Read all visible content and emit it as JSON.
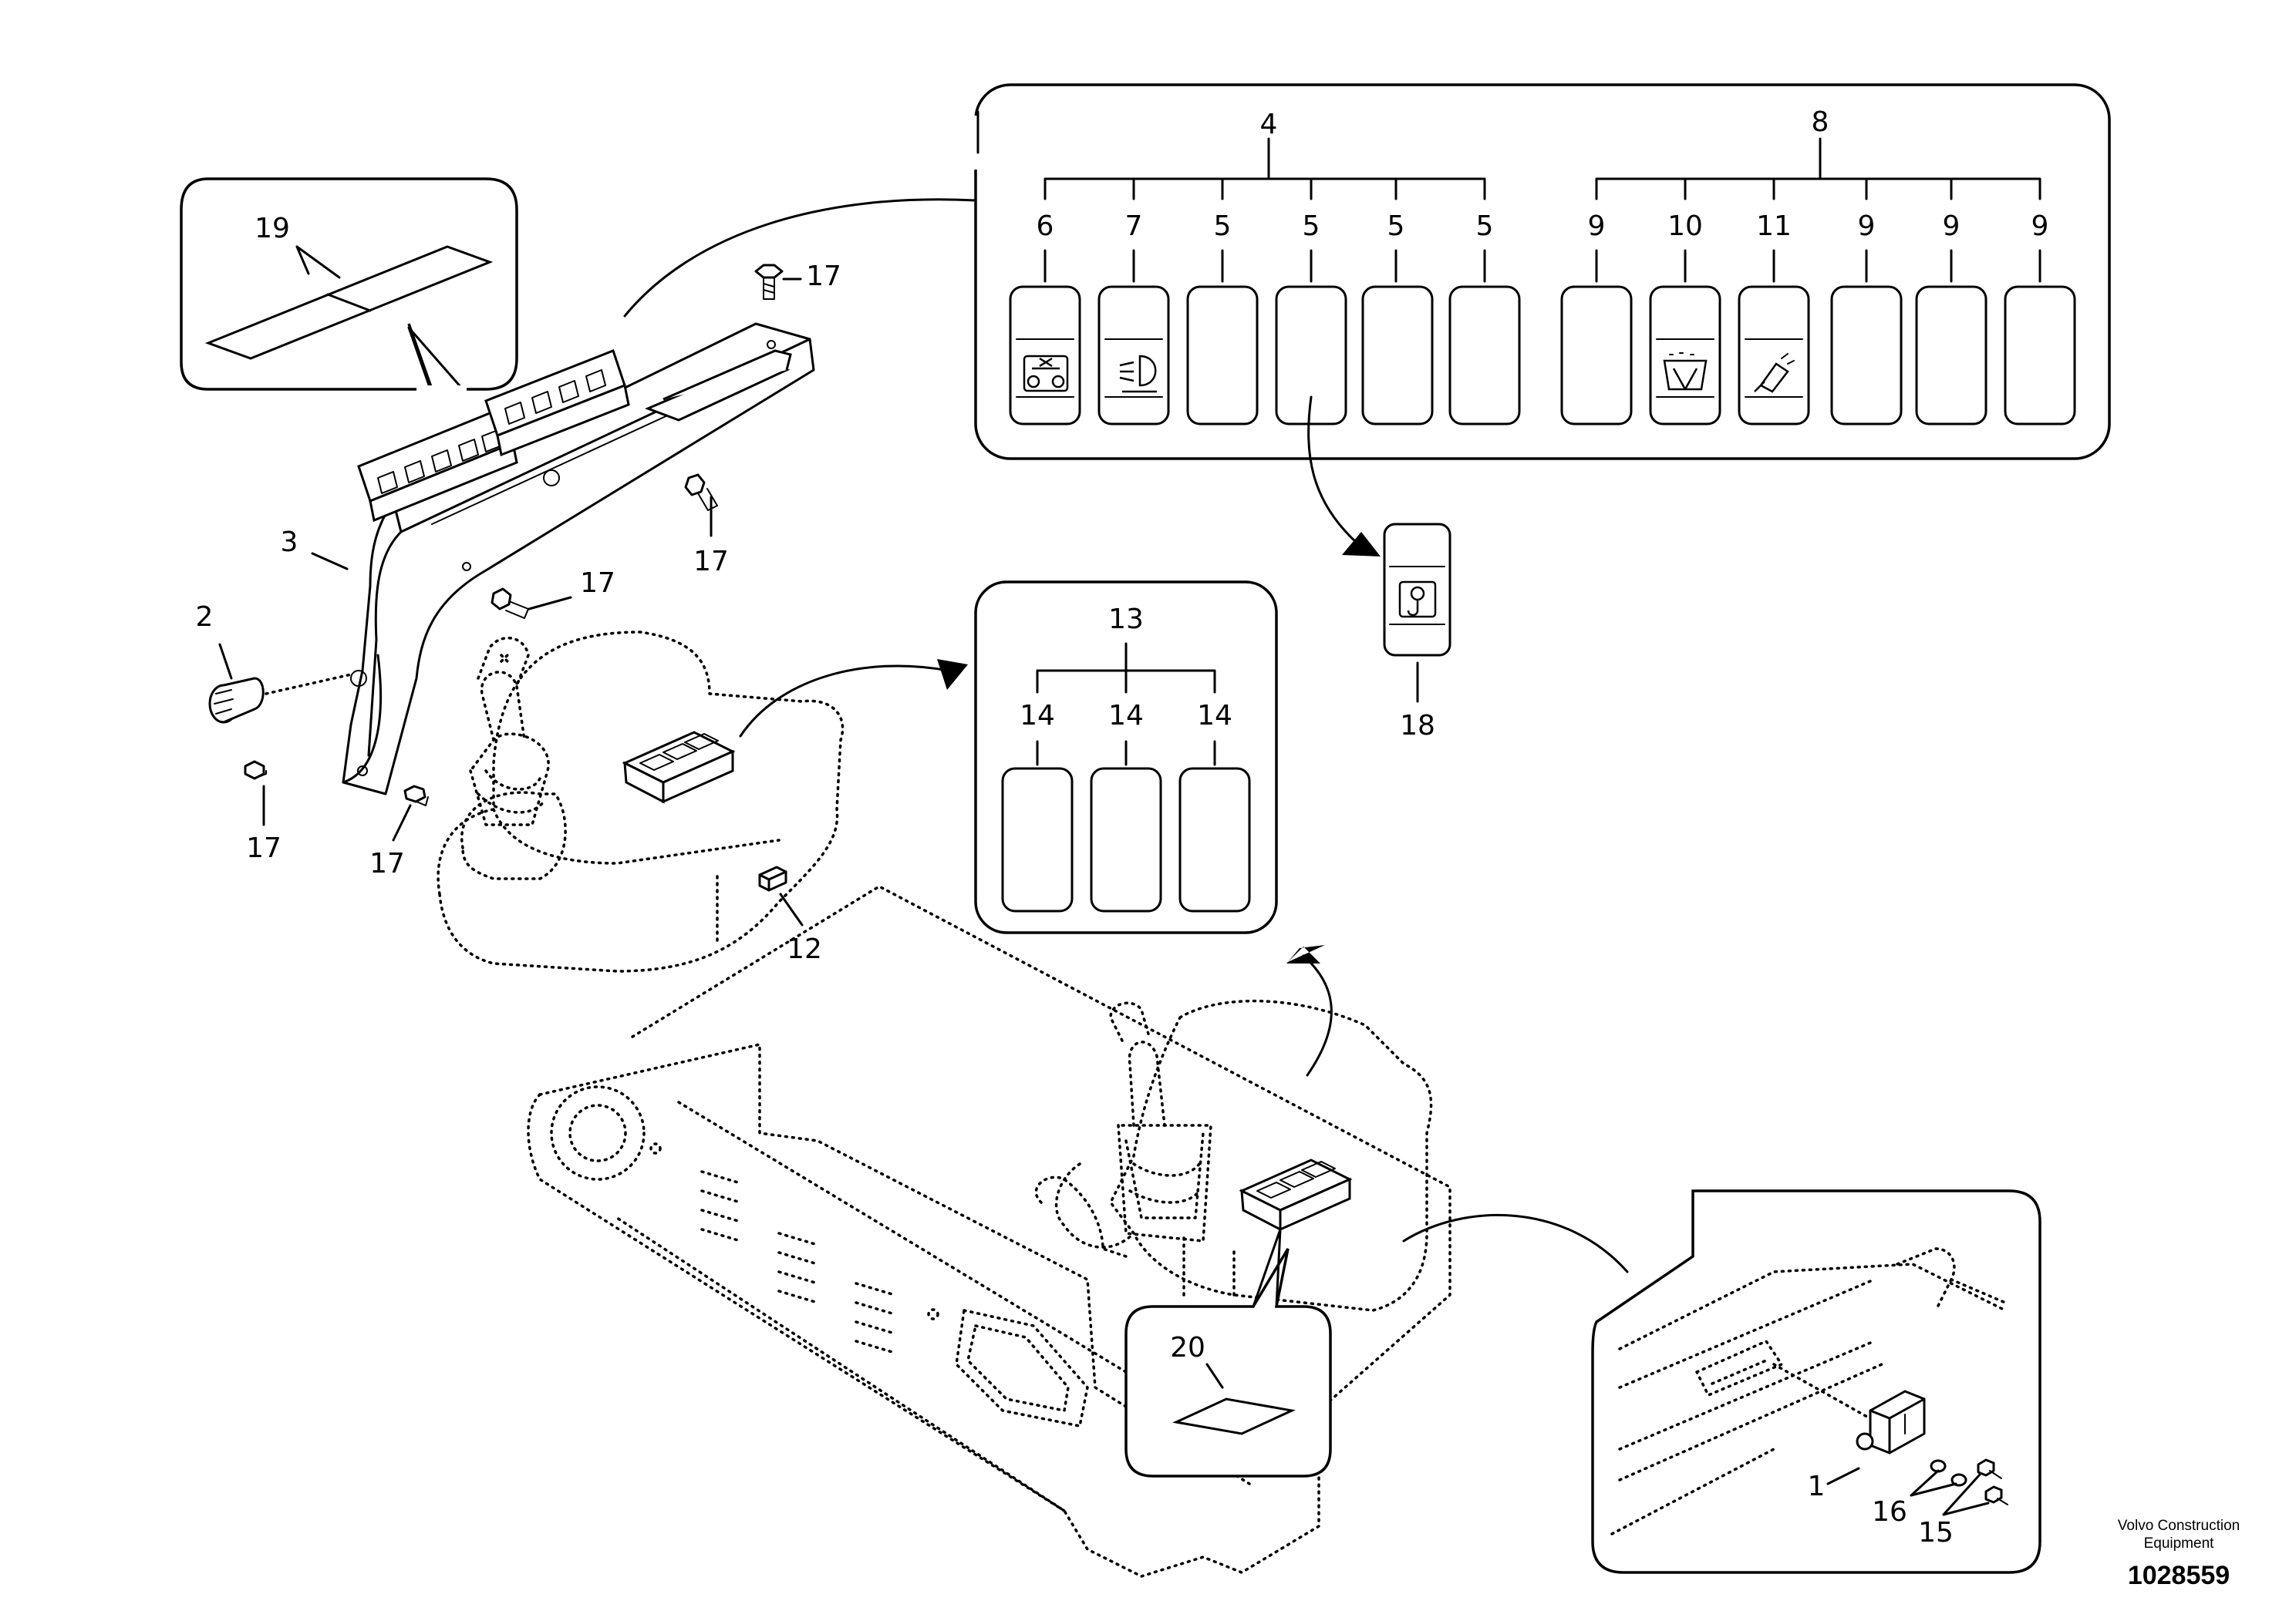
{
  "callouts": {
    "c1": "1",
    "c2": "2",
    "c3": "3",
    "c4": "4",
    "c5": "5",
    "c6": "6",
    "c7": "7",
    "c8": "8",
    "c9": "9",
    "c10": "10",
    "c11": "11",
    "c12": "12",
    "c13": "13",
    "c14": "14",
    "c15": "15",
    "c16": "16",
    "c17": "17",
    "c18": "18",
    "c19": "19",
    "c20": "20"
  },
  "footer": {
    "brand_line1": "Volvo Construction",
    "brand_line2": "Equipment",
    "drawing_number": "1028559"
  },
  "icons": {
    "switch_6": "work-light-icon",
    "switch_7": "headlight-icon",
    "switch_10": "wiper-icon",
    "switch_11": "washer-icon",
    "switch_18": "crane-hook-icon"
  }
}
